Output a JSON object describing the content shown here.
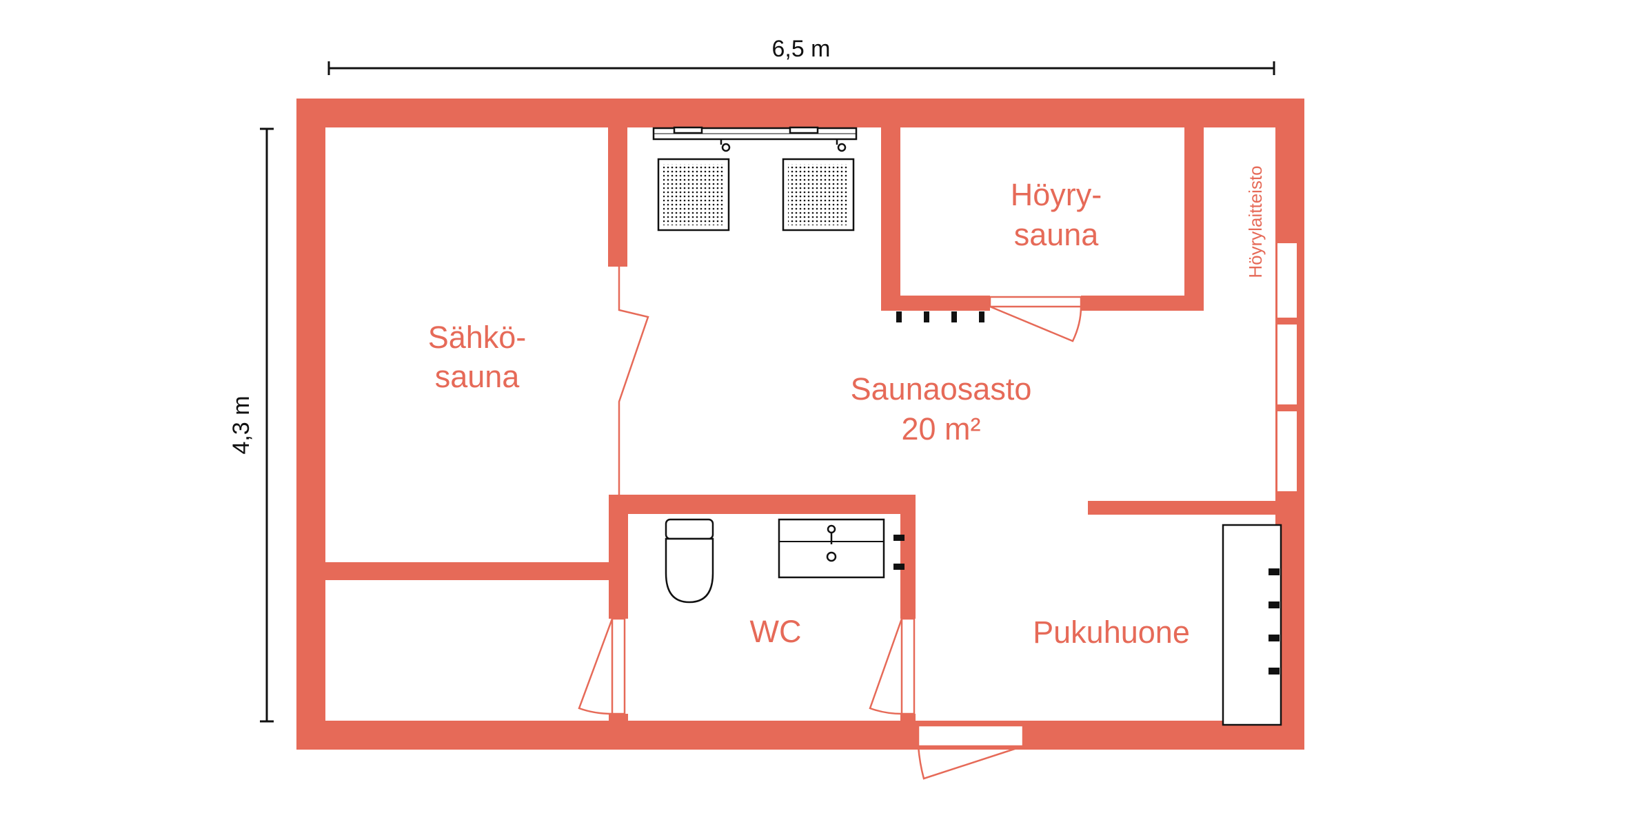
{
  "dimensions": {
    "width_label": "6,5 m",
    "height_label": "4,3 m"
  },
  "rooms": {
    "electric_sauna": {
      "line1": "Sähkö-",
      "line2": "sauna"
    },
    "steam_sauna": {
      "line1": "Höyry-",
      "line2": "sauna"
    },
    "sauna_department": {
      "name": "Saunaosasto",
      "area": "20 m²"
    },
    "wc": {
      "name": "WC"
    },
    "dressing_room": {
      "name": "Pukuhuone"
    },
    "steam_equipment": {
      "name": "Höyrylaitteisto"
    }
  },
  "colors": {
    "wall": "#E66A58",
    "fixtures": "#111111",
    "background": "#ffffff"
  },
  "icons": [
    "shower-icon",
    "floor-drain-icon",
    "toilet-icon",
    "sink-icon",
    "bench-icon",
    "coat-hook-icon"
  ]
}
